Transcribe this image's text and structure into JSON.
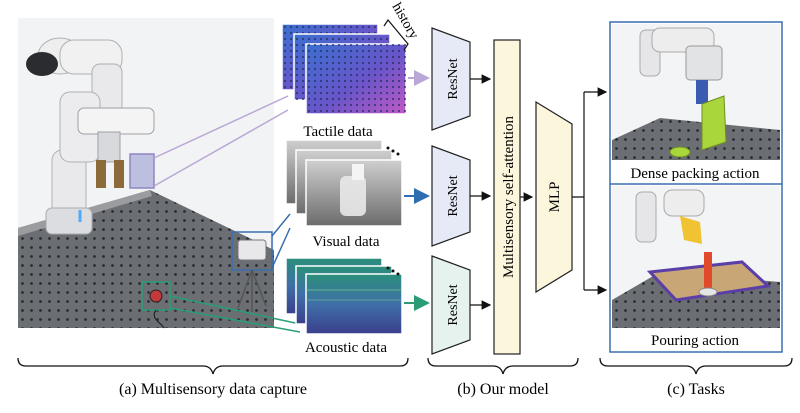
{
  "labels": {
    "history": "history",
    "tactile": "Tactile data",
    "visual": "Visual data",
    "acoustic": "Acoustic data",
    "resnet": "ResNet",
    "attention": "Multisensory self-attention",
    "mlp": "MLP",
    "dense": "Dense packing action",
    "pouring": "Pouring action"
  },
  "captions": {
    "a": "(a) Multisensory data capture",
    "b": "(b) Our model",
    "c": "(c) Tasks"
  },
  "colors": {
    "tactile_arrow": "#b9a7d6",
    "visual_arrow": "#2f6db3",
    "acoustic_arrow": "#2a9d77",
    "resnet_fill": "#e6e9f6",
    "attention_fill": "#fbf6dc",
    "mlp_fill": "#fbf6dc",
    "task_frame": "#3a6fb0",
    "camera_frame": "#3a6fb0",
    "mic_frame": "#2a9d77",
    "sensor_frame": "#8f86c0"
  }
}
